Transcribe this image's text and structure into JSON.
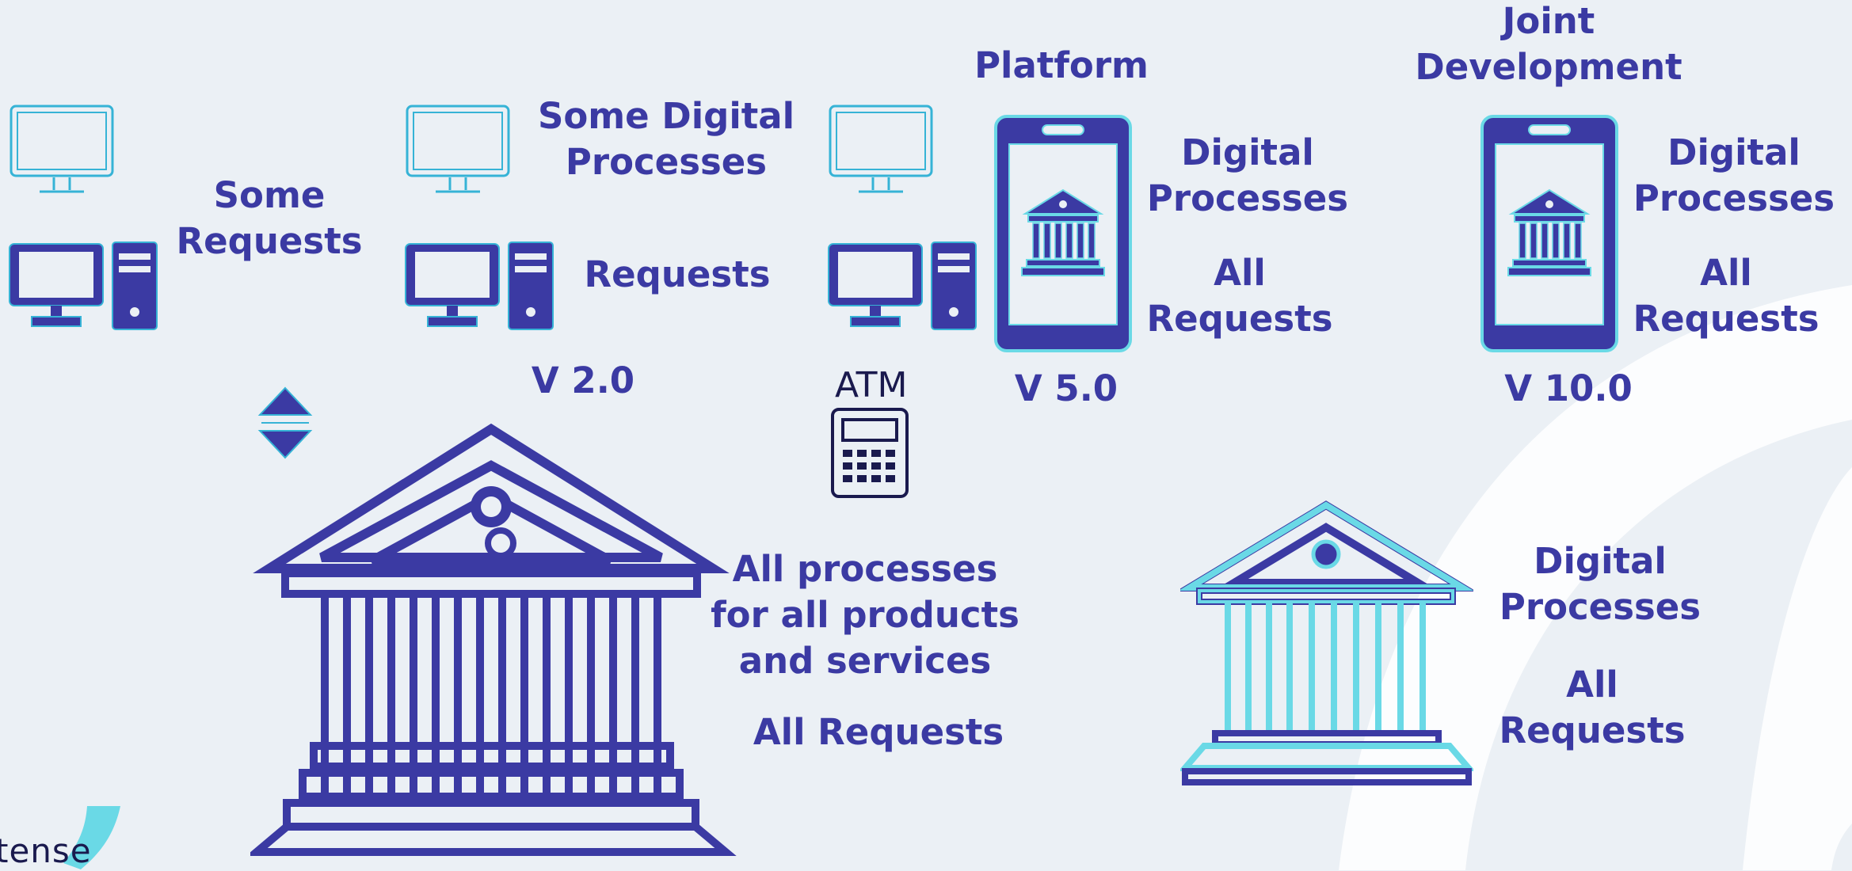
{
  "labels": {
    "some_requests": "Some\nRequests",
    "some_digital_processes": "Some Digital\nProcesses",
    "requests": "Requests",
    "v2": "V 2.0",
    "platform": "Platform",
    "atm": "ATM",
    "digital_processes_1": "Digital\nProcesses",
    "all_requests_1": "All\nRequests",
    "v5": "V 5.0",
    "joint_development": "Joint\nDevelopment",
    "digital_processes_2": "Digital\nProcesses",
    "all_requests_2": "All\nRequests",
    "v10": "V 10.0",
    "all_processes": "All processes\nfor all products\nand services",
    "all_requests_bank": "All Requests",
    "digital_processes_3": "Digital\nProcesses",
    "all_requests_3": "All\nRequests"
  },
  "brand": {
    "logo_text": "tense"
  },
  "colors": {
    "background": "#ebf0f5",
    "navy": "#3b3aa3",
    "cyan": "#6ad9e6",
    "dark": "#1a1a4e"
  }
}
